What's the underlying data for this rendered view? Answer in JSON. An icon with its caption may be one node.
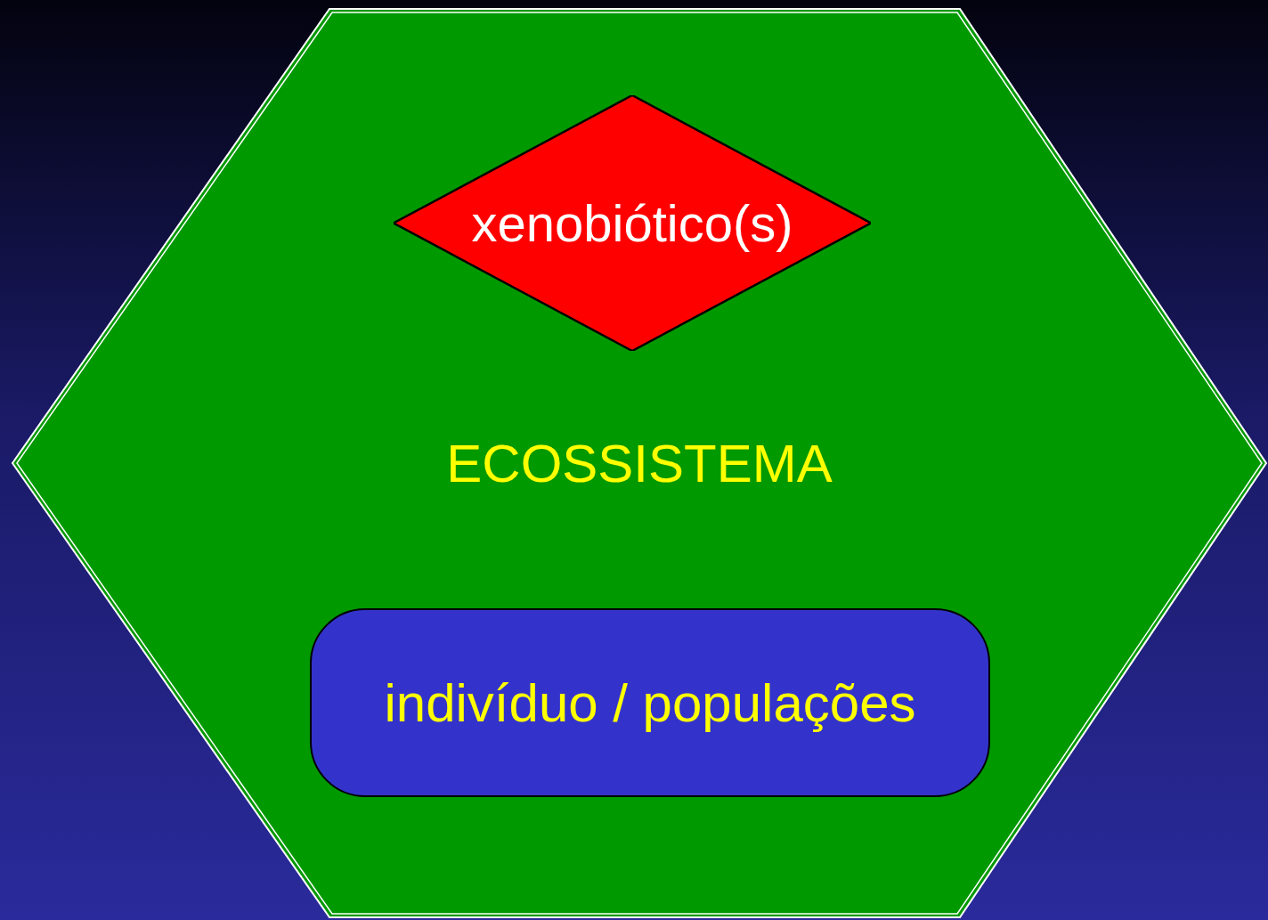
{
  "diagram": {
    "nodes": [
      {
        "text": [
          "ECOSSISTEMA"
        ]
      },
      {
        "text": [
          "xenobiótico(s)"
        ],
        "in": 0
      },
      {
        "text": [
          "indivíduo / populações"
        ],
        "in": 0
      }
    ]
  }
}
